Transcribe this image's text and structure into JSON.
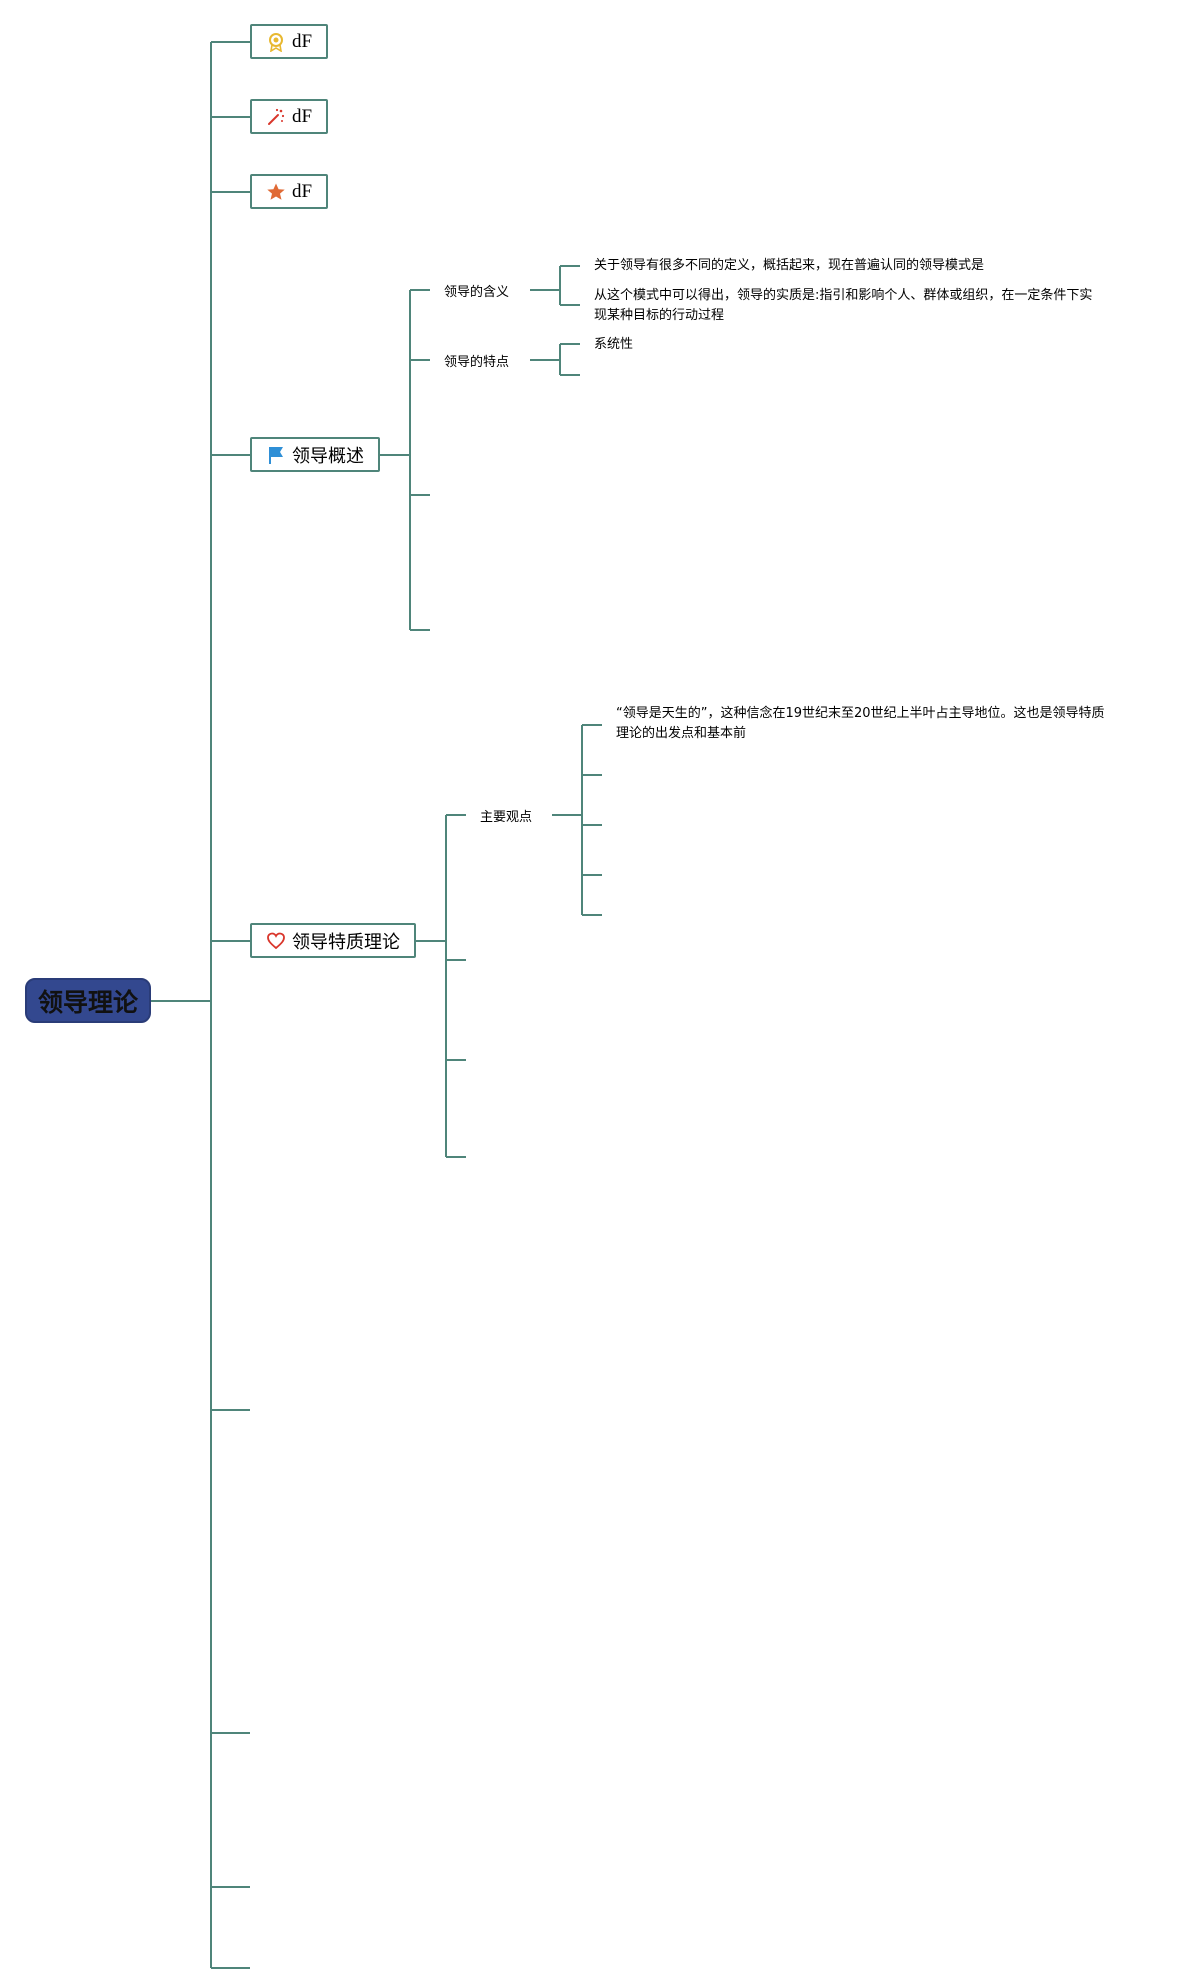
{
  "root": {
    "label": "领导理论"
  },
  "branches": [
    {
      "label": "dF",
      "icon": "medal-icon"
    },
    {
      "label": "dF",
      "icon": "magic-wand-icon"
    },
    {
      "label": "dF",
      "icon": "star-icon"
    },
    {
      "label": "领导概述",
      "icon": "flag-icon"
    },
    {
      "label": "领导特质理论",
      "icon": "heart-icon"
    }
  ],
  "overview": {
    "meaning": {
      "label": "领导的含义",
      "items": [
        "关于领导有很多不同的定义，概括起来，现在普遍认同的领导模式是",
        "从这个模式中可以得出，领导的实质是:指引和影响个人、群体或组织，在一定条件下实现某种目标的行动过程"
      ]
    },
    "features": {
      "label": "领导的特点",
      "items": [
        "系统性"
      ]
    }
  },
  "trait": {
    "views": {
      "label": "主要观点",
      "items": [
        "“领导是天生的”，这种信念在19世纪末至20世纪上半叶占主导地位。这也是领导特质理论的出发点和基本前"
      ]
    }
  },
  "colors": {
    "line": "#4f857a",
    "root_fill": "#33488f",
    "medal": "#e8b830",
    "wand": "#d9362b",
    "star": "#e06a35",
    "flag": "#2f8fd6",
    "heart": "#d9362b"
  }
}
